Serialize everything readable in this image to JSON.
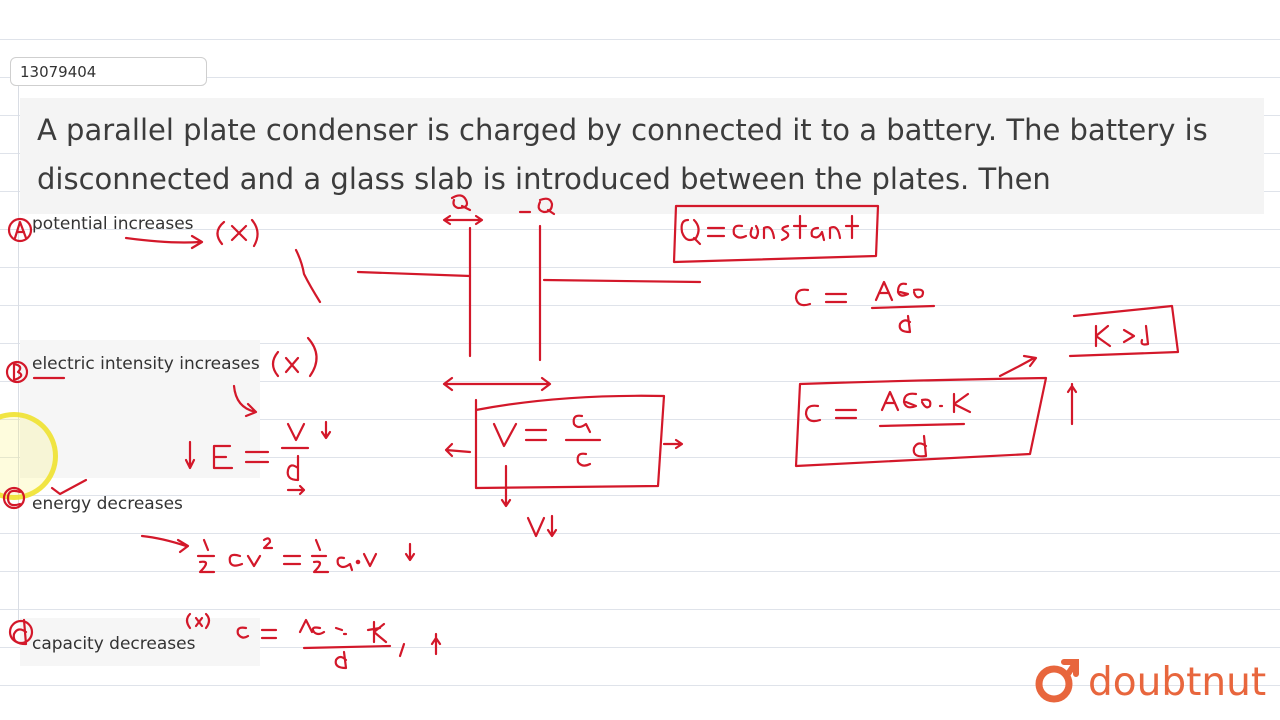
{
  "question_id": "13079404",
  "question": {
    "line1": "A parallel plate condenser is charged by connected it to a battery. The battery is",
    "line2": "disconnected and a glass slab is introduced between the plates. Then"
  },
  "options": [
    {
      "label": "potential increases"
    },
    {
      "label": "electric intensity increases"
    },
    {
      "label": "energy decreases"
    },
    {
      "label": "capacity decreases"
    }
  ],
  "brand": {
    "name": "doubtnut",
    "color": "#e8663d"
  },
  "highlight_color": "#f4f05a",
  "ink_color": "#d3182a"
}
